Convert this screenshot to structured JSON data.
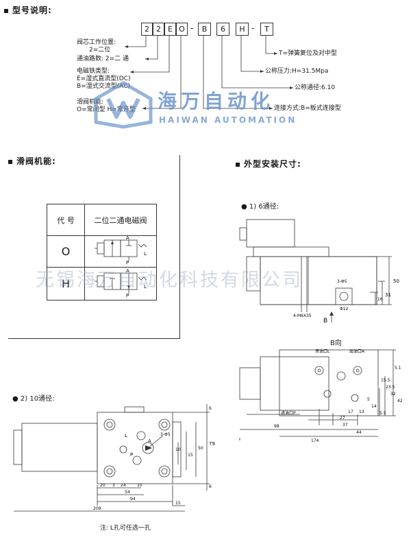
{
  "model_section": {
    "header": "型号说明:",
    "code": [
      "2",
      "2",
      "E",
      "O",
      "-",
      "B",
      "6",
      "H",
      "-",
      "T"
    ],
    "spool_position": [
      "阀芯工作位置:",
      "2=二位"
    ],
    "port_count": "通油路数: 2=二 通",
    "solenoid_type": [
      "电磁铁类型:",
      "E=湿式直流型(DC)",
      "B=湿式交流型(AC)"
    ],
    "valve_function": [
      "滑阀机能:",
      "O=常闭型   H=常开型"
    ],
    "return_type": "T=弹簧复位及对中型",
    "nominal_pressure": "公称压力:H=31.5Mpa",
    "nominal_size": "公称通径:6.10",
    "connection": "连接方式:B=板式连接型"
  },
  "function_section": {
    "header": "滑阀机能:",
    "table_headers": [
      "代 号",
      "二位二通电磁阀"
    ],
    "rows": [
      {
        "code": "O",
        "ports": [
          "A",
          "P",
          "L"
        ]
      },
      {
        "code": "H",
        "ports": [
          "A",
          "P",
          "L"
        ]
      }
    ]
  },
  "dimension_section": {
    "header": "外型安装尺寸:",
    "size6": {
      "label": "1) 6通径:",
      "side_dims": [
        "50",
        "31",
        "16"
      ],
      "small_labels": [
        "3-Φ5",
        "Φ12",
        "4-M6X35",
        "B"
      ],
      "view_label": "B向",
      "port_labels": [
        "泄油口L",
        "出油口A",
        "进油口P"
      ],
      "right_dims": [
        "5.1",
        "15.5",
        "23.5",
        "32",
        "42"
      ],
      "side_labels": [
        "5",
        "14",
        "5.5"
      ],
      "bottom_dims": [
        "17",
        "13",
        "27",
        "37",
        "44",
        "174",
        "98"
      ]
    },
    "size10": {
      "label": "2) 10通径:",
      "right_dims": [
        "6",
        "10",
        "79",
        "50",
        "15",
        "6"
      ],
      "inner_labels": [
        "A",
        "L",
        "P",
        "3-Φ5"
      ],
      "bottom_dims": [
        "20",
        "3",
        "24",
        "10",
        "54",
        "94",
        "15",
        "209"
      ],
      "note": "注: L孔可任选一孔"
    }
  },
  "watermark": {
    "brand_cn": "海万自动化",
    "brand_en": "HAIWAN AUTOMATION",
    "company": "无锡海万自动化科技有限公司"
  },
  "colors": {
    "line": "#333333",
    "watermark": "#5f8cc8"
  }
}
